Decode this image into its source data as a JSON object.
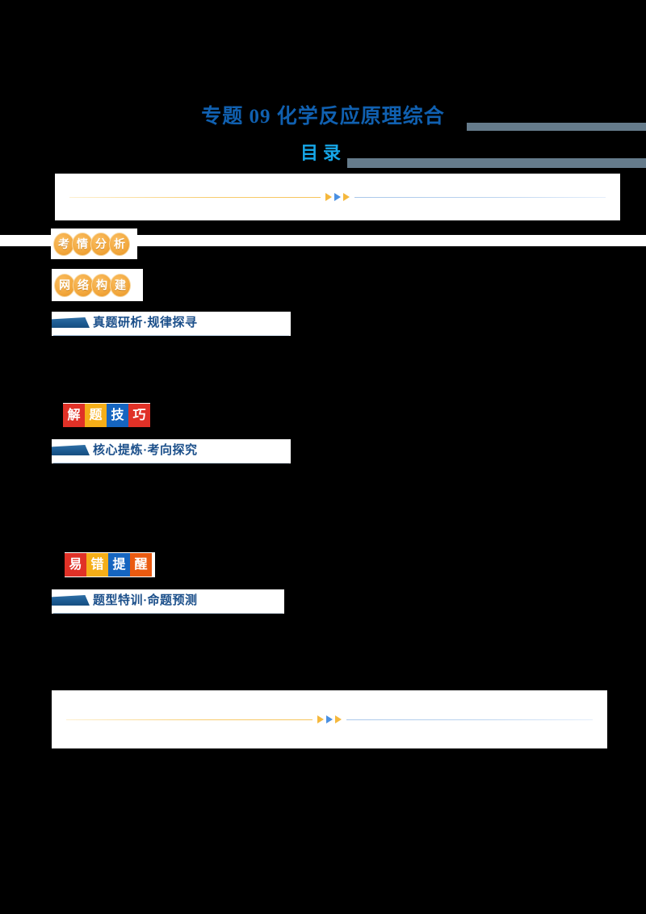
{
  "document": {
    "title_prefix": "专题",
    "title_number": "09",
    "title_main": "化学反应原理综合",
    "title_full": "专题 09 化学反应原理综合",
    "subtitle": "目录",
    "title_color": "#1060b0",
    "subtitle_color": "#16a7e8",
    "page_background": "#000000",
    "paper_background": "#ffffff"
  },
  "dividers": {
    "top": {
      "name": "top-ornament-divider",
      "arrow_colors": [
        "#f5b83d",
        "#4a90e2",
        "#f5b83d"
      ],
      "left_line_color": "#f6c45a",
      "right_line_color": "#a9c7ea"
    },
    "bottom": {
      "name": "bottom-ornament-divider",
      "arrow_colors": [
        "#f5b83d",
        "#4a90e2",
        "#f5b83d"
      ],
      "left_line_color": "#f6c45a",
      "right_line_color": "#a9c7ea"
    }
  },
  "round_badges": [
    {
      "id": "kaoqing-fenxi",
      "label": "考情分析",
      "chars": [
        "考",
        "情",
        "分",
        "析"
      ],
      "style": "round-orange",
      "color": "#f2a73c"
    },
    {
      "id": "wangluo-goujian",
      "label": "网络构建",
      "chars": [
        "网",
        "络",
        "构",
        "建"
      ],
      "style": "round-orange",
      "color": "#f2a73c"
    }
  ],
  "square_badges": [
    {
      "id": "jieti-jiqiao",
      "label": "解题技巧",
      "cells": [
        {
          "char": "解",
          "color": "#e03127",
          "swatch": "sq-red"
        },
        {
          "char": "题",
          "color": "#f5ae18",
          "swatch": "sq-yellow"
        },
        {
          "char": "技",
          "color": "#1565c0",
          "swatch": "sq-blue"
        },
        {
          "char": "巧",
          "color": "#e03127",
          "swatch": "sq-red"
        }
      ]
    },
    {
      "id": "yicuo-tixing",
      "label": "易错提醒",
      "cells": [
        {
          "char": "易",
          "color": "#e03127",
          "swatch": "sq-red"
        },
        {
          "char": "错",
          "color": "#f5ae18",
          "swatch": "sq-yellow"
        },
        {
          "char": "提",
          "color": "#1565c0",
          "swatch": "sq-blue"
        },
        {
          "char": "醒",
          "color": "#ea5a10",
          "swatch": "sq-orange"
        }
      ]
    }
  ],
  "headings": [
    {
      "id": "zhenti-yanxi",
      "text": "真题研析·规律探寻",
      "marker": "parallelogram",
      "marker_color": "#1d5b92",
      "text_color": "#1b4f8a"
    },
    {
      "id": "hexin-tilian",
      "text": "核心提炼·考向探究",
      "marker": "parallelogram",
      "marker_color": "#1d5b92",
      "text_color": "#1b4f8a"
    },
    {
      "id": "tixing-texun",
      "text": "题型特训·命题预测",
      "marker": "parallelogram",
      "marker_color": "#1d5b92",
      "text_color": "#1b4f8a"
    }
  ]
}
